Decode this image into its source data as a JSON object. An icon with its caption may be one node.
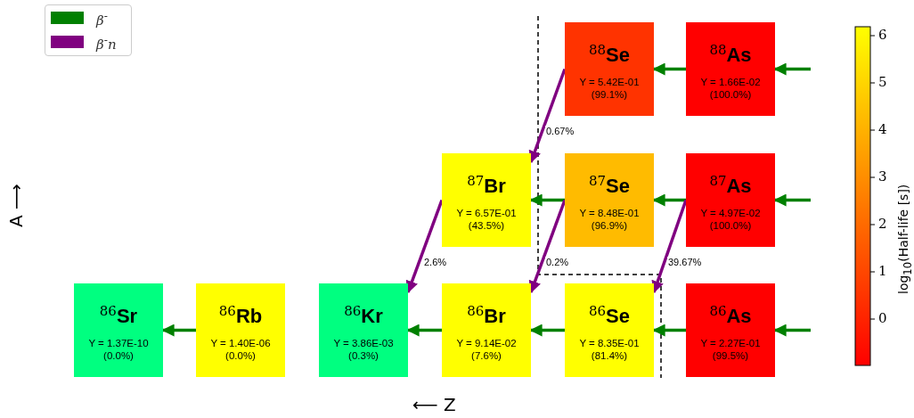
{
  "diagram": {
    "nodes": [
      {
        "text": [
          "$^{88}$**Se**",
          "Y = 5.42E-01 (99.1%)"
        ]
      },
      {
        "text": [
          "$^{88}$**As**",
          "Y = 1.66E-02 (100.0%)"
        ]
      },
      {
        "text": [
          "$^{87}$**Br**",
          "Y = 6.57E-01 (43.5%)"
        ]
      },
      {
        "text": [
          "$^{87}$**Se**",
          "Y = 8.48E-01 (96.9%)"
        ]
      },
      {
        "text": [
          "$^{87}$**As**",
          "Y = 4.97E-02 (100.0%)"
        ]
      },
      {
        "text": [
          "$^{86}$**Sr**",
          "Y = 1.37E-10 (0.0%)"
        ]
      },
      {
        "text": [
          "$^{86}$**Rb**",
          "Y = 1.40E-06 (0.0%)"
        ]
      },
      {
        "text": [
          "$^{86}$**Kr**",
          "Y = 3.86E-03 (0.3%)"
        ]
      },
      {
        "text": [
          "$^{86}$**Br**",
          "Y = 9.14E-02 (7.6%)"
        ]
      },
      {
        "text": [
          "$^{86}$**Se**",
          "Y = 8.35E-01 (81.4%)"
        ]
      },
      {
        "text": [
          "$^{86}$**As**",
          "Y = 2.27E-01 (99.5%)"
        ]
      }
    ],
    "edges": [
      {
        "from": null,
        "to": 1,
        "arrow": "to"
      },
      {
        "from": 1,
        "to": 0,
        "arrow": "to"
      },
      {
        "from": 0,
        "to": 2,
        "arrow": "to",
        "label": "0.67%",
        "color": "#800080"
      },
      {
        "from": null,
        "to": 4,
        "arrow": "to"
      },
      {
        "from": 4,
        "to": 3,
        "arrow": "to"
      },
      {
        "from": 3,
        "to": 2,
        "arrow": "to"
      },
      {
        "from": 2,
        "to": 7,
        "arrow": "to",
        "label": "2.6%",
        "color": "#800080"
      },
      {
        "from": 3,
        "to": 8,
        "arrow": "to",
        "label": "0.2%",
        "color": "#800080"
      },
      {
        "from": 4,
        "to": 9,
        "arrow": "to",
        "label": "39.67%",
        "color": "#800080"
      },
      {
        "from": null,
        "to": 10,
        "arrow": "to"
      },
      {
        "from": 10,
        "to": 9,
        "arrow": "to"
      },
      {
        "from": 9,
        "to": 8,
        "arrow": "to"
      },
      {
        "from": 8,
        "to": 7,
        "arrow": "to"
      },
      {
        "from": 6,
        "to": 5,
        "arrow": "to"
      }
    ],
    "labels": [
      "A ⟶",
      "6",
      "5",
      "4",
      "3",
      "2",
      "1",
      "0",
      "log$_{10}$(Half-life [s])",
      "⟵ Z"
    ],
    "legend": [
      {
        "text": "β$^{-}$",
        "color": "#008000"
      },
      {
        "text": "β$^{-}$n",
        "color": "#800080"
      }
    ]
  }
}
